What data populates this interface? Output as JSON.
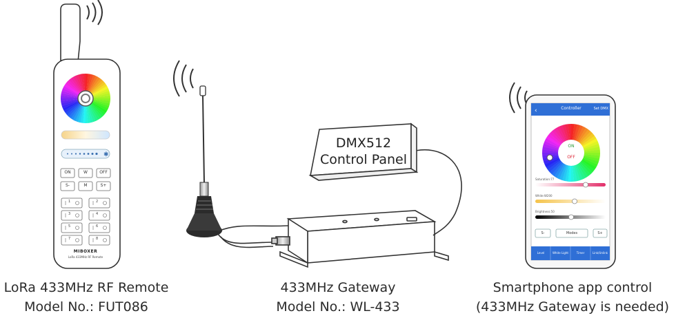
{
  "remote": {
    "caption_line1": "LoRa 433MHz RF Remote",
    "caption_line2": "Model No.: FUT086",
    "buttons_row1": [
      "ON",
      "W",
      "OFF"
    ],
    "buttons_row2": [
      "S-",
      "M",
      "S+"
    ],
    "zone_keys": [
      "1",
      "2",
      "3",
      "4",
      "5",
      "6",
      "7",
      "8"
    ],
    "brand": "MIBOXER",
    "subtitle": "LoRa 433MHz RF Remote"
  },
  "gateway": {
    "caption_line1": "433MHz Gateway",
    "caption_line2": "Model No.: WL-433"
  },
  "panel": {
    "line1": "DMX512",
    "line2": "Control Panel"
  },
  "phone": {
    "caption_line1": "Smartphone app control",
    "caption_line2": "(433MHz Gateway is needed)",
    "header_title": "Controller",
    "header_right": "Set DMX",
    "wheel_on": "ON",
    "wheel_off": "OFF",
    "slider_saturation": "Saturation:77",
    "slider_white": "White:W200",
    "slider_brightness": "Brightness:50",
    "btn_minus": "S-",
    "btn_modes": "Modes",
    "btn_plus": "S+",
    "tabs": [
      "Level",
      "White Light",
      "Timer",
      "Link/Unlink"
    ],
    "accent_color": "#2f6fd6"
  }
}
